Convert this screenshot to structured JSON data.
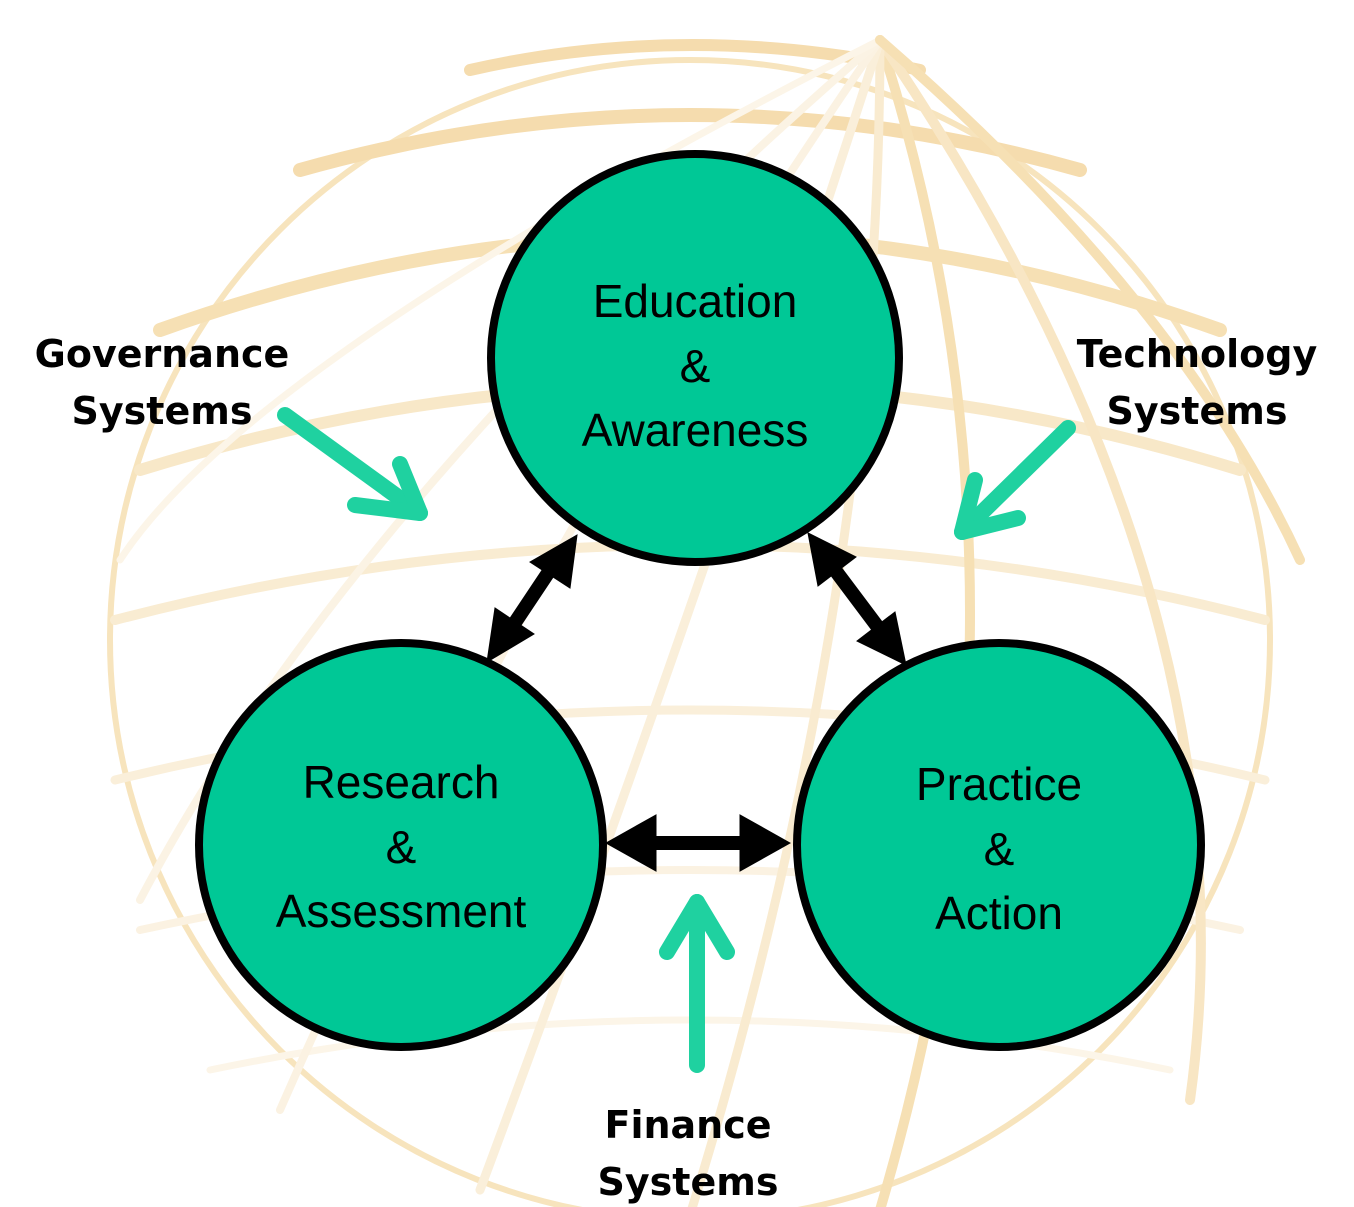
{
  "diagram": {
    "nodes": [
      {
        "id": "education",
        "lines": [
          "Education",
          "&",
          "Awareness"
        ]
      },
      {
        "id": "research",
        "lines": [
          "Research",
          "&",
          "Assessment"
        ]
      },
      {
        "id": "practice",
        "lines": [
          "Practice",
          "&",
          "Action"
        ]
      }
    ],
    "systems": [
      {
        "id": "governance",
        "lines": [
          "Governance",
          "Systems"
        ]
      },
      {
        "id": "technology",
        "lines": [
          "Technology",
          "Systems"
        ]
      },
      {
        "id": "finance",
        "lines": [
          "Finance",
          "Systems"
        ]
      }
    ],
    "links": [
      {
        "from": "education",
        "to": "research",
        "type": "bidirectional"
      },
      {
        "from": "education",
        "to": "practice",
        "type": "bidirectional"
      },
      {
        "from": "research",
        "to": "practice",
        "type": "bidirectional"
      }
    ]
  },
  "colors": {
    "node_fill": "#00c896",
    "node_stroke": "#000000",
    "influence_arrow": "#1fd1a0",
    "link_arrow": "#000000",
    "globe_lines": "#f5deb0"
  }
}
